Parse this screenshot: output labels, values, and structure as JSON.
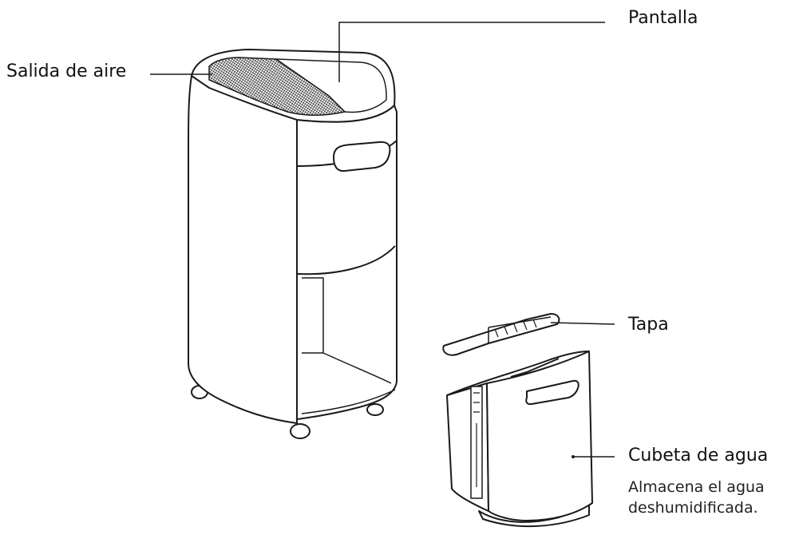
{
  "labels": {
    "pantalla": "Pantalla",
    "salida_aire": "Salida de aire",
    "tapa": "Tapa",
    "cubeta": "Cubeta de agua",
    "cubeta_desc_line1": "Almacena el agua",
    "cubeta_desc_line2": "deshumidificada."
  },
  "colors": {
    "line": "#1a1a1a",
    "text": "#111111",
    "grille": "#555555"
  }
}
